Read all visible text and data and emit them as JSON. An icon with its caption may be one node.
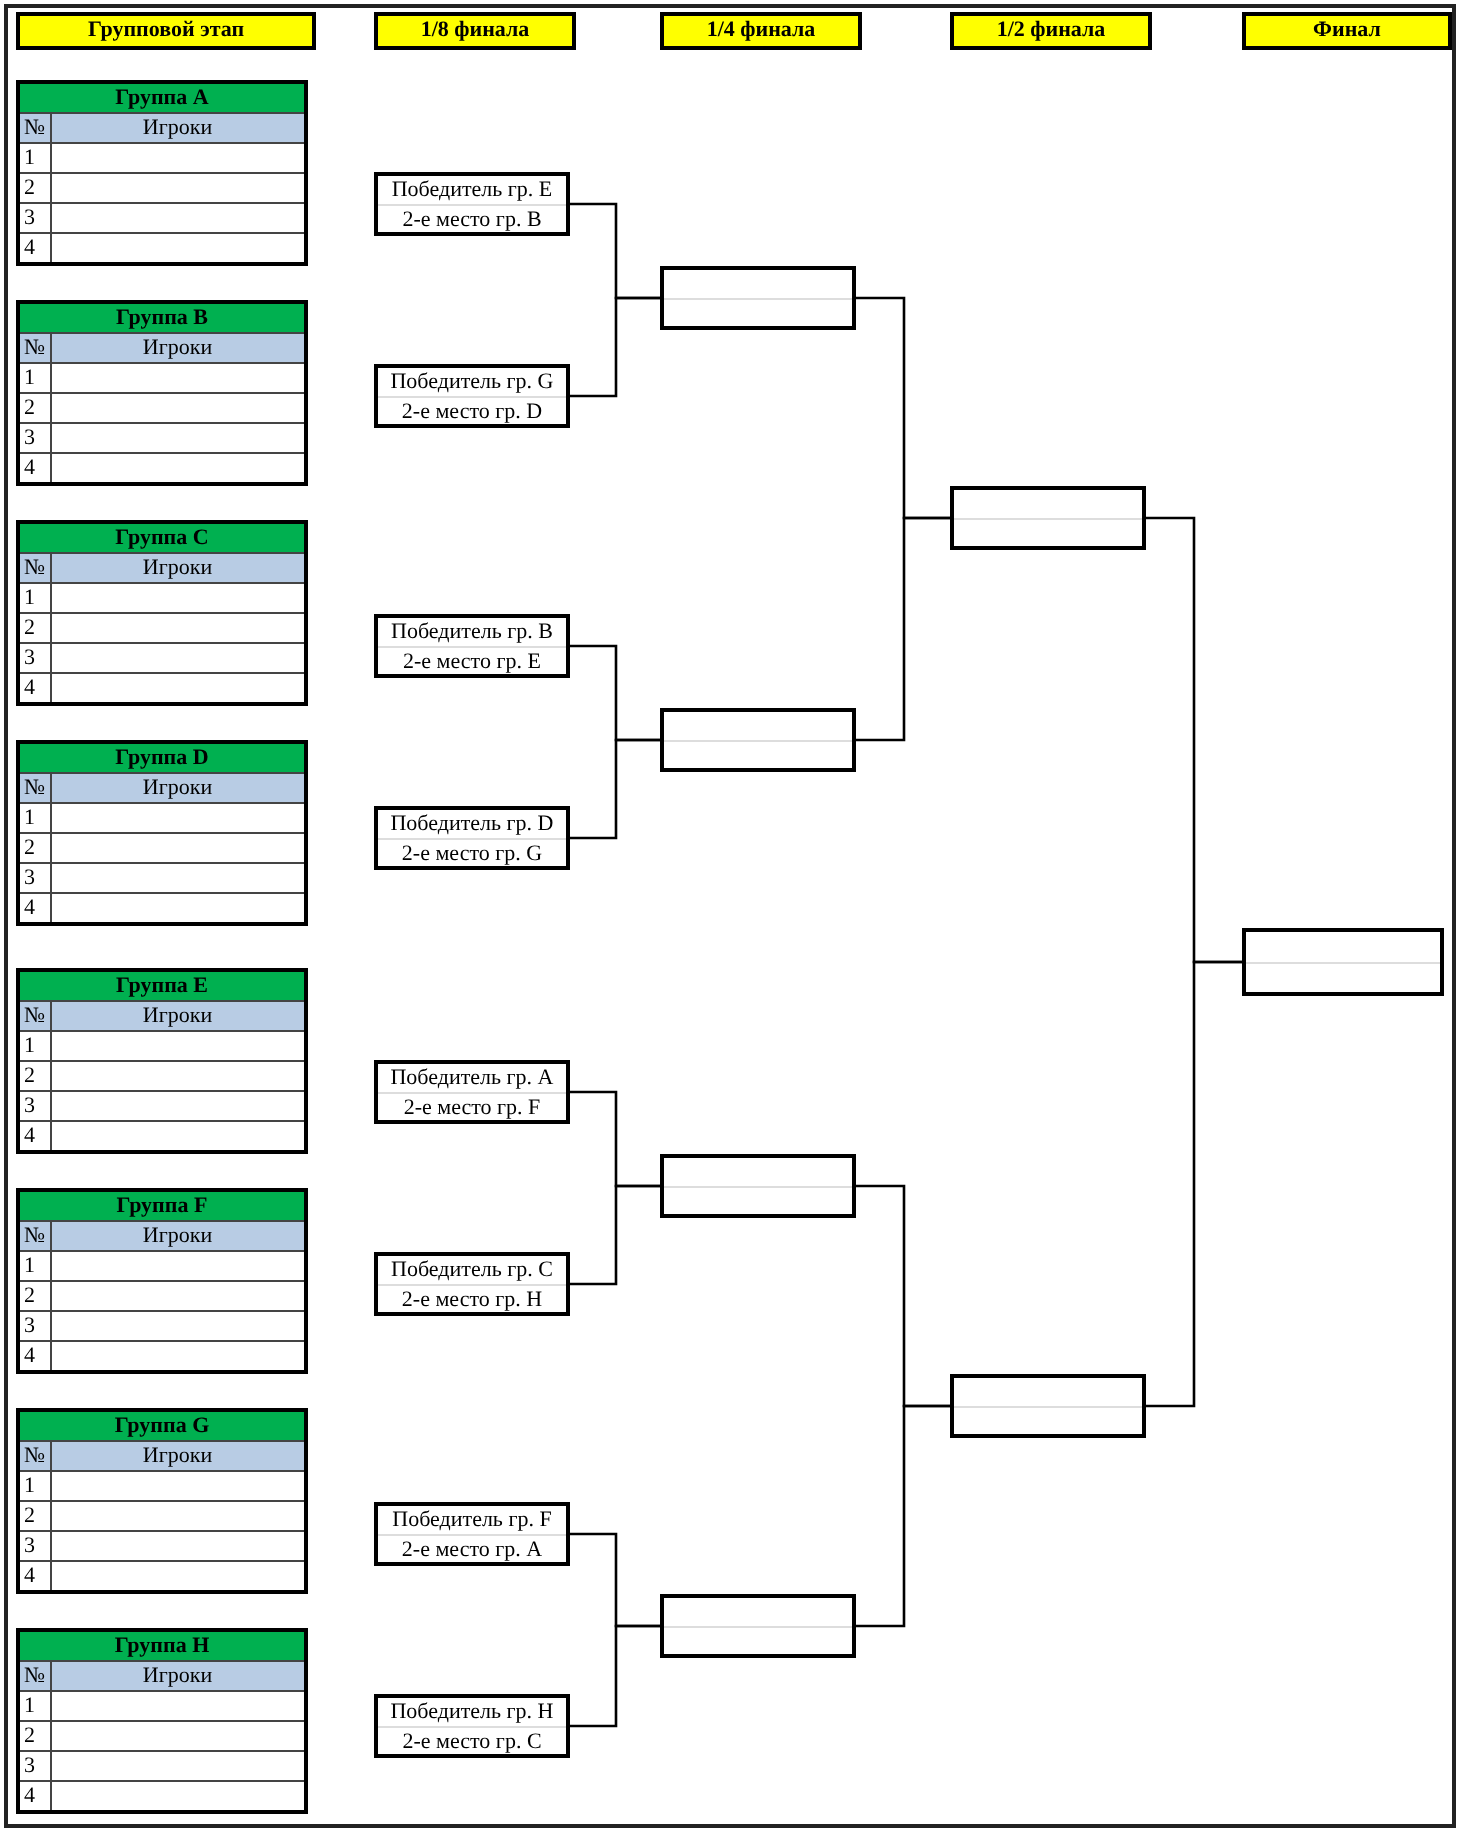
{
  "diagram": {
    "nodes": [
      {
        "text": [
          "Группа A",
          "№",
          "Игроки",
          "1",
          "2",
          "3",
          "4"
        ]
      },
      {
        "text": [
          "Группа B",
          "№",
          "Игроки",
          "1",
          "2",
          "3",
          "4"
        ]
      },
      {
        "text": [
          "Группа C",
          "№",
          "Игроки",
          "1",
          "2",
          "3",
          "4"
        ]
      },
      {
        "text": [
          "Группа D",
          "№",
          "Игроки",
          "1",
          "2",
          "3",
          "4"
        ]
      },
      {
        "text": [
          "Группа E",
          "№",
          "Игроки",
          "1",
          "2",
          "3",
          "4"
        ]
      },
      {
        "text": [
          "Группа F",
          "№",
          "Игроки",
          "1",
          "2",
          "3",
          "4"
        ]
      },
      {
        "text": [
          "Группа G",
          "№",
          "Игроки",
          "1",
          "2",
          "3",
          "4"
        ]
      },
      {
        "text": [
          "Группа H",
          "№",
          "Игроки",
          "1",
          "2",
          "3",
          "4"
        ]
      },
      {
        "text": [
          "Победитель гр. E",
          "2-е место гр. B"
        ]
      },
      {
        "text": [
          "Победитель гр. G",
          "2-е место гр. D"
        ]
      },
      {
        "text": [
          "Победитель гр. B",
          "2-е место гр. E"
        ]
      },
      {
        "text": [
          "Победитель гр. D",
          "2-е место гр. G"
        ]
      },
      {
        "text": [
          "Победитель гр. A",
          "2-е место гр. F"
        ]
      },
      {
        "text": [
          "Победитель гр. C",
          "2-е место гр. H"
        ]
      },
      {
        "text": [
          "Победитель гр. F",
          "2-е место гр. A"
        ]
      },
      {
        "text": [
          "Победитель гр. H",
          "2-е место гр. C"
        ]
      },
      {
        "text": [],
        "shape": "box"
      },
      {
        "text": [],
        "shape": "box"
      },
      {
        "text": [],
        "shape": "box"
      },
      {
        "text": [],
        "shape": "box"
      },
      {
        "text": [],
        "shape": "box"
      },
      {
        "text": [],
        "shape": "box"
      },
      {
        "text": [],
        "shape": "box"
      }
    ],
    "edges": [
      {
        "from": 8,
        "to": 16,
        "arrow": "none"
      },
      {
        "from": 9,
        "to": 16,
        "arrow": "none"
      },
      {
        "from": 10,
        "to": 17,
        "arrow": "none"
      },
      {
        "from": 11,
        "to": 17,
        "arrow": "none"
      },
      {
        "from": 12,
        "to": 18,
        "arrow": "none"
      },
      {
        "from": 13,
        "to": 18,
        "arrow": "none"
      },
      {
        "from": 14,
        "to": 19,
        "arrow": "none"
      },
      {
        "from": 15,
        "to": 19,
        "arrow": "none"
      },
      {
        "from": 16,
        "to": 20,
        "arrow": "none"
      },
      {
        "from": 17,
        "to": 20,
        "arrow": "none"
      },
      {
        "from": 18,
        "to": 21,
        "arrow": "none"
      },
      {
        "from": 19,
        "to": 21,
        "arrow": "none"
      },
      {
        "from": 20,
        "to": 22,
        "arrow": "none"
      },
      {
        "from": 21,
        "to": 22,
        "arrow": "none"
      }
    ],
    "labels": [
      "Групповой этап",
      "1/8 финала",
      "1/4 финала",
      "1/2 финала",
      "Финал"
    ]
  }
}
